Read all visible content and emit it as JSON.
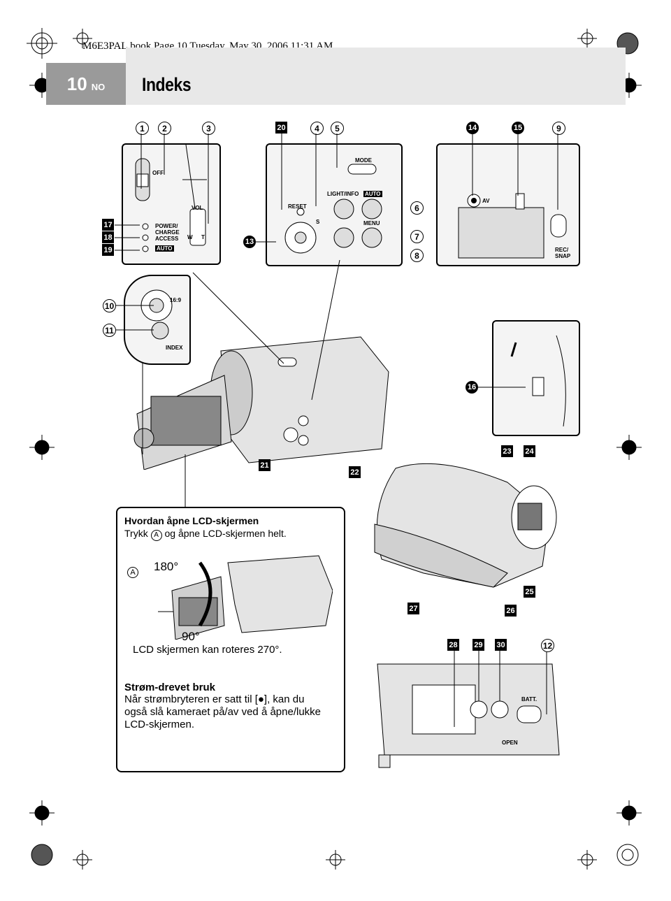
{
  "book_line": "M6E3PAL.book  Page 10  Tuesday, May 30, 2006  11:31 AM",
  "page": {
    "number": "10",
    "lang": "NO",
    "title": "Indeks"
  },
  "top_callouts": [
    "1",
    "2",
    "3",
    "20",
    "4",
    "5",
    "14",
    "15",
    "9"
  ],
  "panel_left": {
    "labels": [
      "OFF",
      "POWER/ CHARGE",
      "ACCESS",
      "AUTO",
      "VOL",
      "W",
      "T"
    ],
    "callouts": [
      "17",
      "18",
      "19"
    ]
  },
  "panel_mid": {
    "labels": [
      "MODE",
      "LIGHT/INFO",
      "AUTO",
      "RESET",
      "S",
      "MENU"
    ],
    "callouts": [
      "13",
      "6",
      "7",
      "8"
    ]
  },
  "panel_right": {
    "labels": [
      "AV",
      "REC/ SNAP"
    ]
  },
  "panel_dial": {
    "labels": [
      "16:9",
      "INDEX"
    ],
    "callouts": [
      "10",
      "11"
    ]
  },
  "panel_usb": {
    "callouts": [
      "16"
    ]
  },
  "body_callouts": [
    "21",
    "22",
    "23",
    "24",
    "25",
    "26",
    "27",
    "28",
    "29",
    "30",
    "12"
  ],
  "bottom_labels": [
    "BATT.",
    "OPEN"
  ],
  "lcd_box": {
    "heading": "Hvordan åpne LCD-skjermen",
    "instruction_prefix": "Trykk",
    "instruction_marker": "A",
    "instruction_suffix": "og åpne LCD-skjermen helt.",
    "angle_180": "180°",
    "angle_90": "90°",
    "marker": "A",
    "rotate_text": "LCD skjermen kan roteres 270°.",
    "power_heading": "Strøm-drevet bruk",
    "power_lines": [
      "Når strømbryteren er satt til [●], kan du",
      "også slå kameraet på/av ved å åpne/lukke",
      "LCD-skjermen."
    ]
  }
}
